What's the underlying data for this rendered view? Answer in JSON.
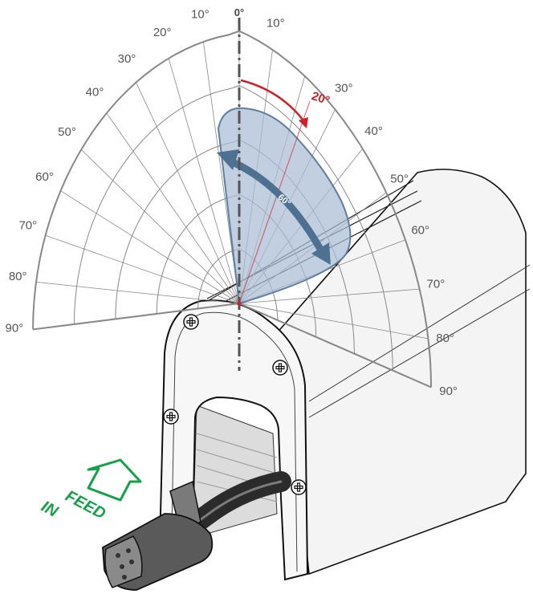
{
  "diagram": {
    "angle_ticks_left": [
      "90°",
      "80°",
      "70°",
      "60°",
      "50°",
      "40°",
      "30°",
      "20°",
      "10°"
    ],
    "angle_ticks_right": [
      "10°",
      "30°",
      "40°",
      "50°",
      "60°",
      "70°",
      "80°",
      "90°"
    ],
    "zero_label": "0°",
    "tilt_label": "20°",
    "beam_label": "60°",
    "feed_label_line1": "FEED",
    "feed_label_line2": "IN"
  },
  "colors": {
    "tilt_red": "#d0202a",
    "beam_fill": "#a9bdd4",
    "beam_stroke": "#5f7f9e",
    "beam_arrow": "#4f7191",
    "feed_green": "#17a04b",
    "grid_line": "#888888",
    "housing_stroke": "#111111"
  }
}
